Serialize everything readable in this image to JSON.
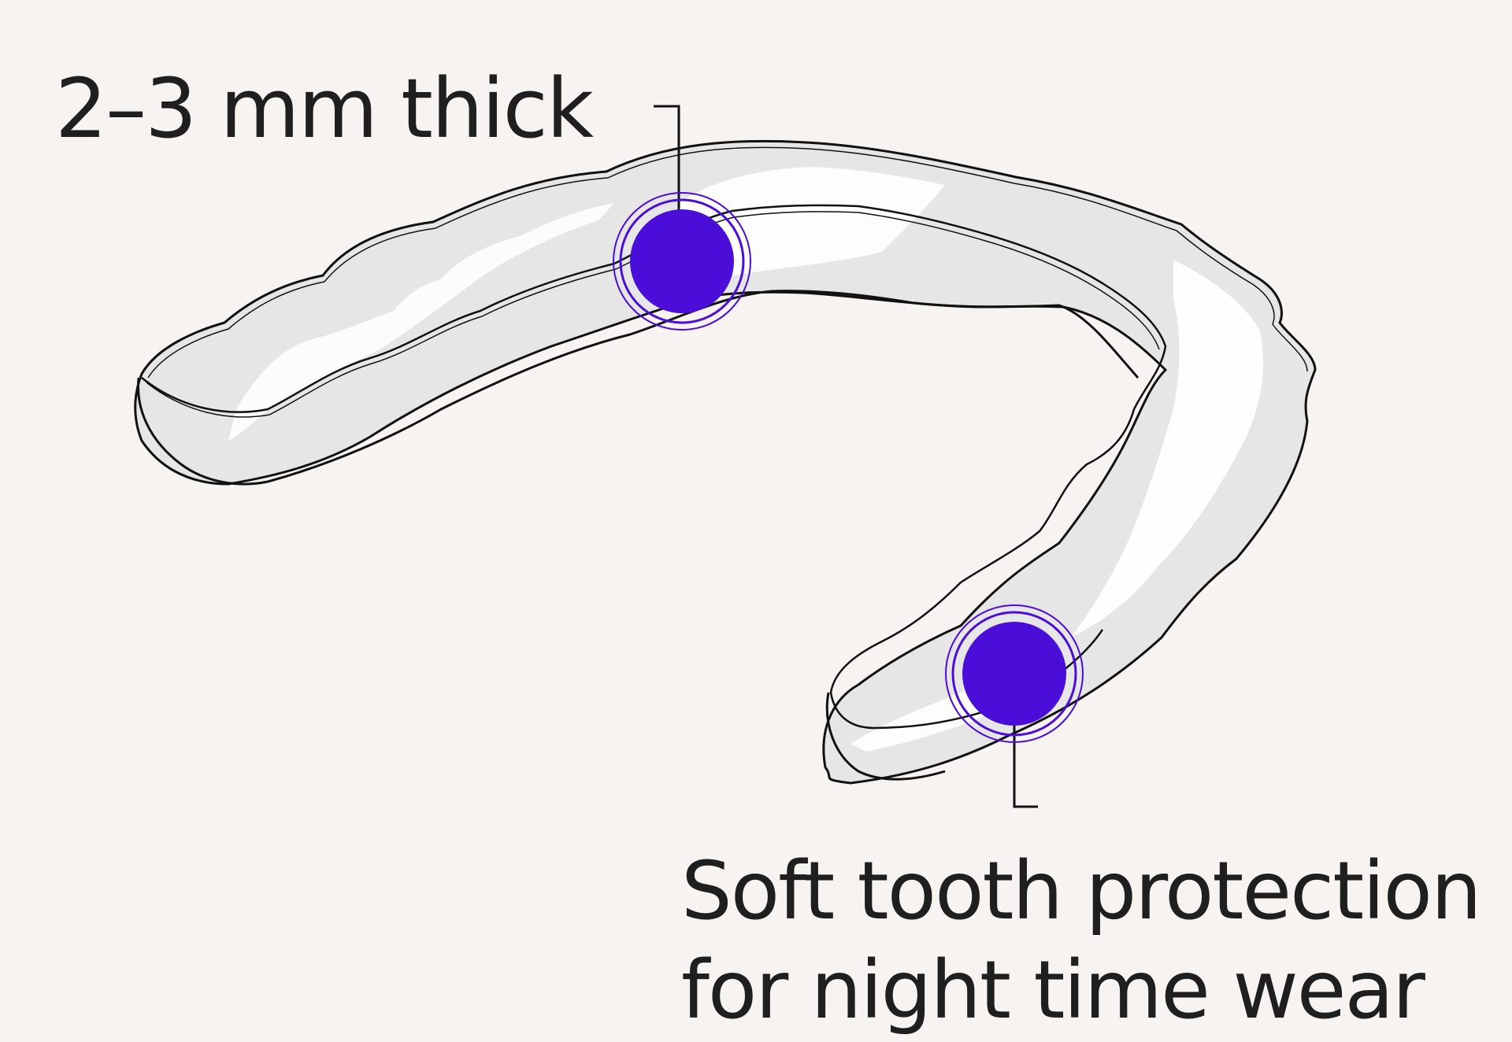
{
  "annotations": {
    "thickness": {
      "text": "2–3 mm thick"
    },
    "protection": {
      "line1": "Soft tooth protection",
      "line2": "for night time wear"
    }
  },
  "colors": {
    "background": "#f6f3f1",
    "guard_fill": "#e6e6e6",
    "guard_highlight": "#ffffff",
    "outline": "#111111",
    "marker": "#4a0ed8",
    "marker_ring": "#4a0ed8",
    "text": "#1f1f1f"
  },
  "icons": {
    "marker": "hotspot-dot-icon"
  }
}
